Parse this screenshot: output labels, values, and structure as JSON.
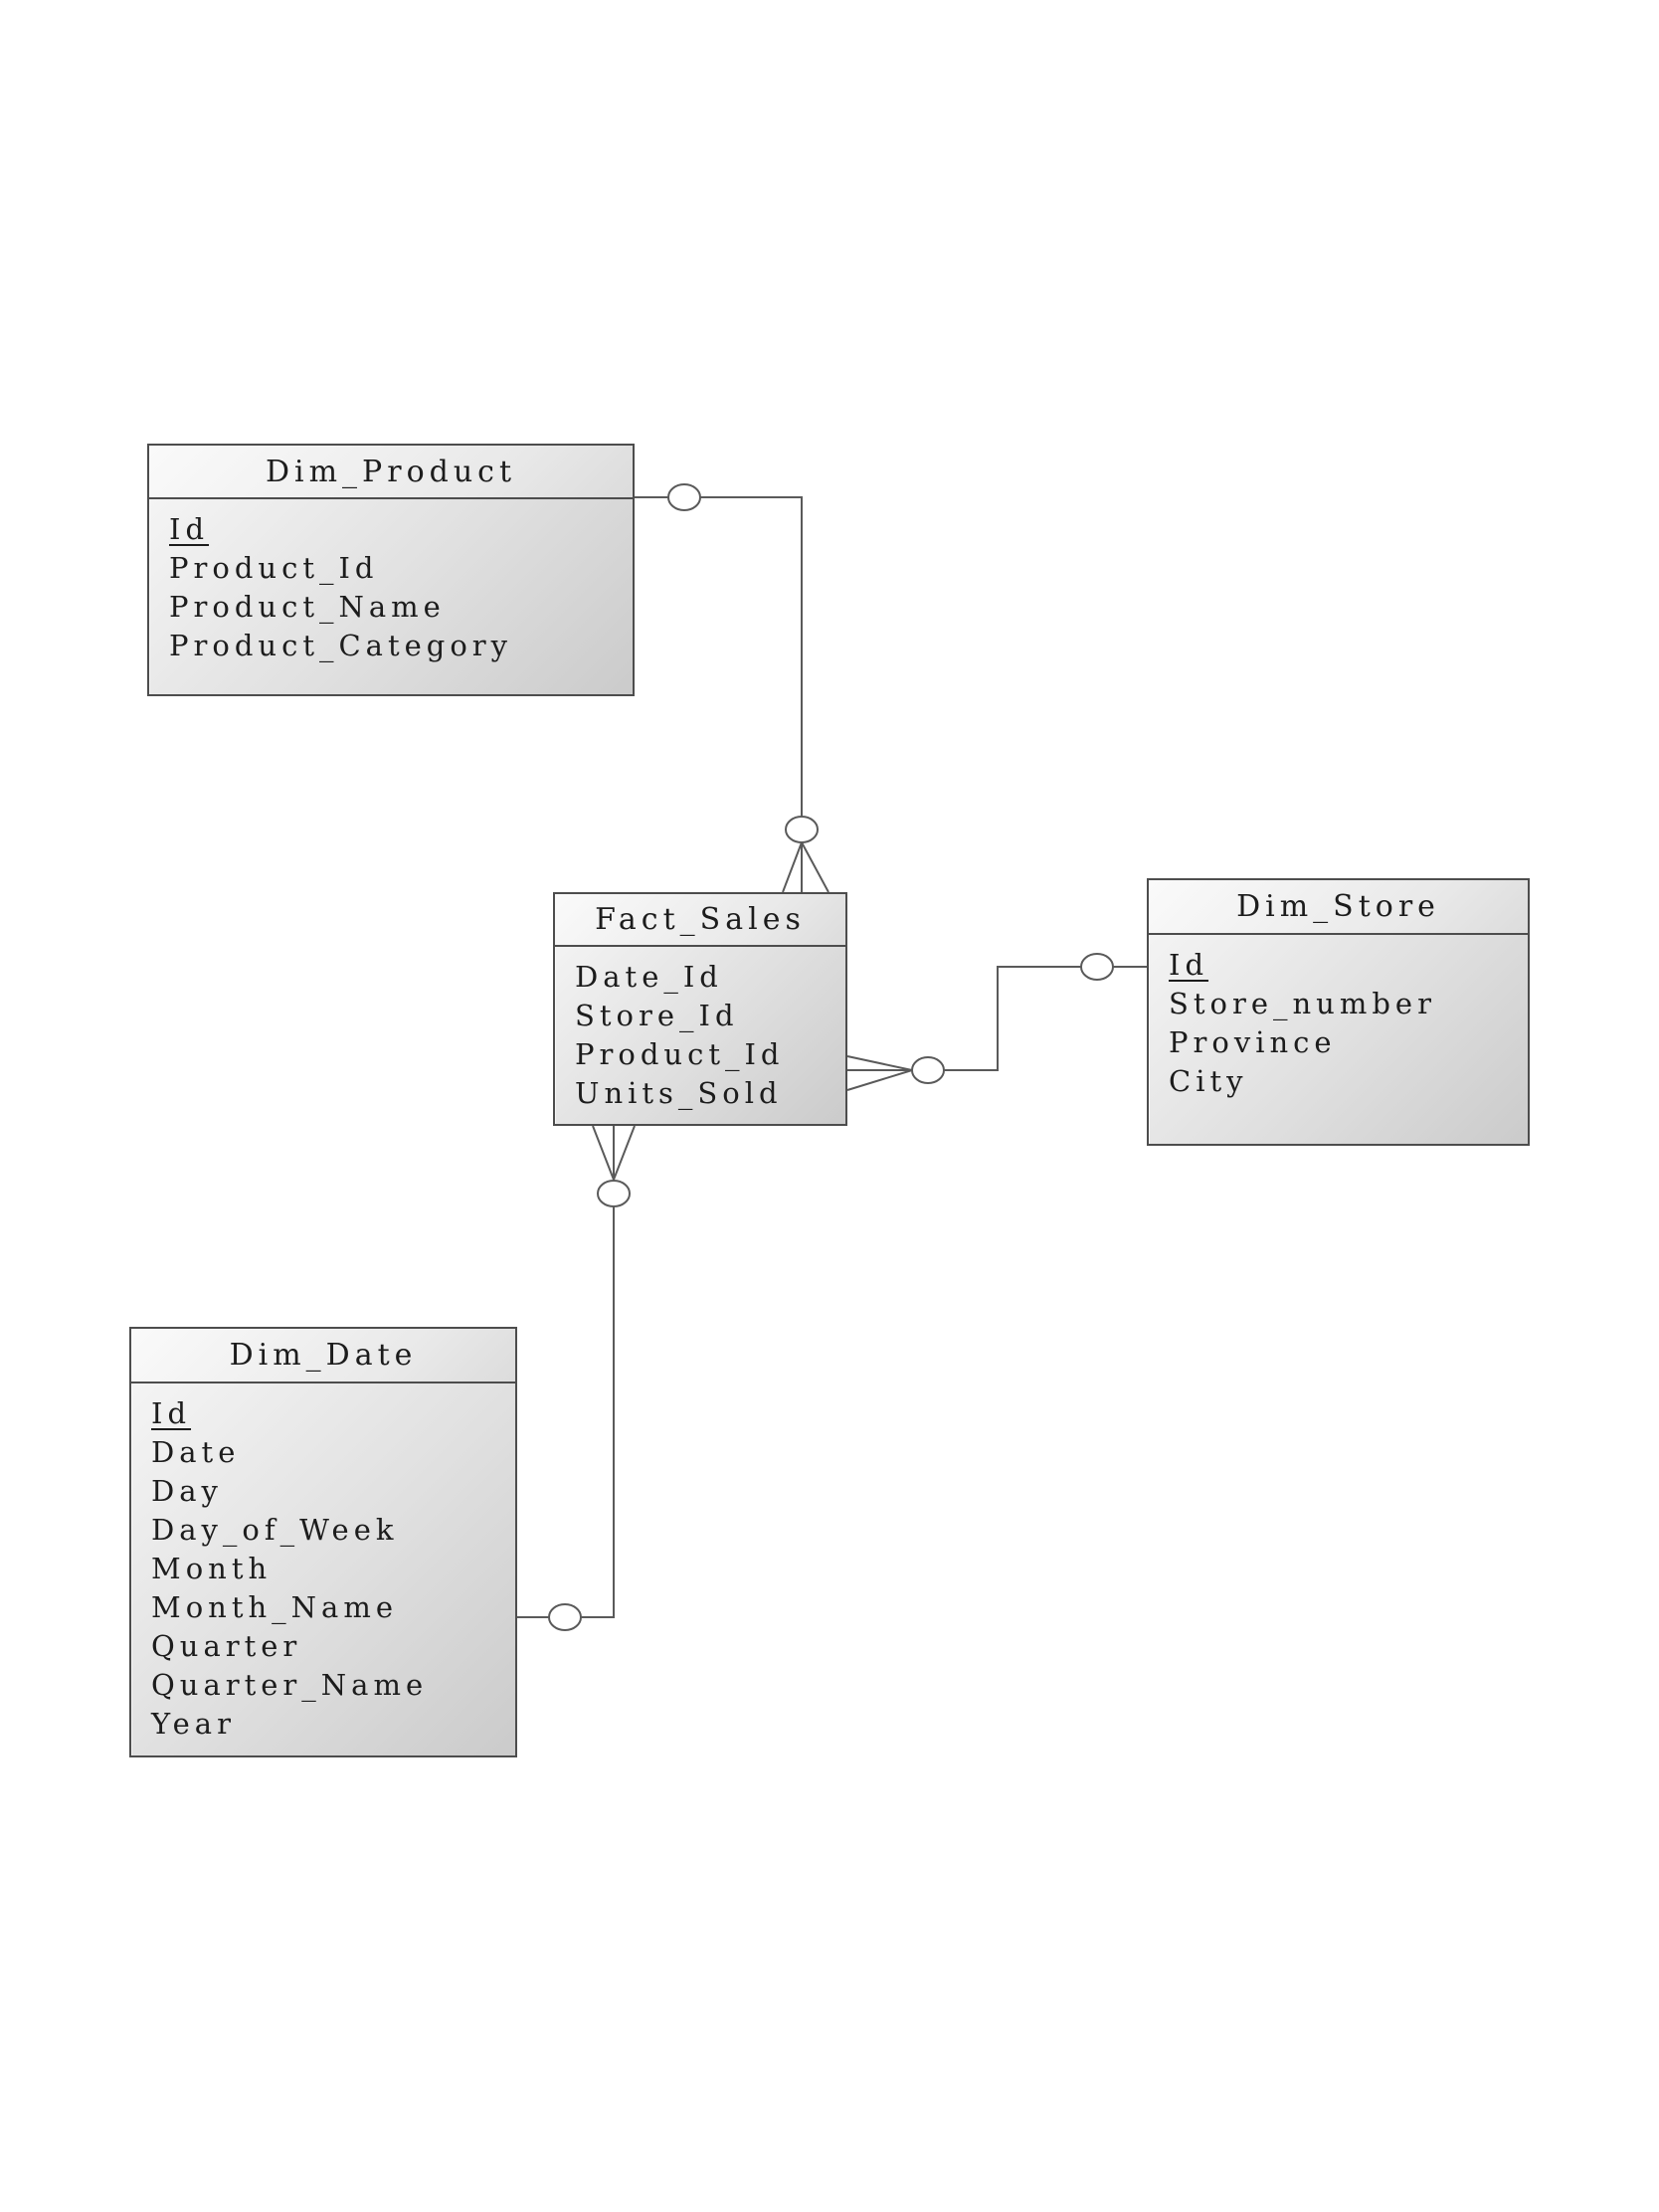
{
  "page": {
    "background": "#ffffff"
  },
  "colors": {
    "table_border": "#4d4d4d",
    "connector_line": "#5a5a5a",
    "table_fill_light": "#f7f7f7",
    "table_fill_dark": "#cbcbcb",
    "text": "#1c1c1c"
  },
  "diagram": {
    "kind": "star-schema-er-diagram",
    "tables": [
      {
        "title": "Dim_Product",
        "fields": [
          {
            "name": "Id",
            "pk": true
          },
          {
            "name": "Product_Id",
            "pk": false
          },
          {
            "name": "Product_Name",
            "pk": false
          },
          {
            "name": "Product_Category",
            "pk": false
          }
        ]
      },
      {
        "title": "Fact_Sales",
        "fields": [
          {
            "name": "Date_Id",
            "pk": false
          },
          {
            "name": "Store_Id",
            "pk": false
          },
          {
            "name": "Product_Id",
            "pk": false
          },
          {
            "name": "Units_Sold",
            "pk": false
          }
        ]
      },
      {
        "title": "Dim_Store",
        "fields": [
          {
            "name": "Id",
            "pk": true
          },
          {
            "name": "Store_number",
            "pk": false
          },
          {
            "name": "Province",
            "pk": false
          },
          {
            "name": "City",
            "pk": false
          }
        ]
      },
      {
        "title": "Dim_Date",
        "fields": [
          {
            "name": "Id",
            "pk": true
          },
          {
            "name": "Date",
            "pk": false
          },
          {
            "name": "Day",
            "pk": false
          },
          {
            "name": "Day_of_Week",
            "pk": false
          },
          {
            "name": "Month",
            "pk": false
          },
          {
            "name": "Month_Name",
            "pk": false
          },
          {
            "name": "Quarter",
            "pk": false
          },
          {
            "name": "Quarter_Name",
            "pk": false
          },
          {
            "name": "Year",
            "pk": false
          }
        ]
      }
    ],
    "relationships": [
      {
        "from": "Dim_Product",
        "to": "Fact_Sales",
        "cardinality": "one-to-many",
        "notation": "circle / crow-foot"
      },
      {
        "from": "Dim_Store",
        "to": "Fact_Sales",
        "cardinality": "one-to-many",
        "notation": "circle / crow-foot"
      },
      {
        "from": "Dim_Date",
        "to": "Fact_Sales",
        "cardinality": "one-to-many",
        "notation": "circle / crow-foot"
      }
    ]
  }
}
